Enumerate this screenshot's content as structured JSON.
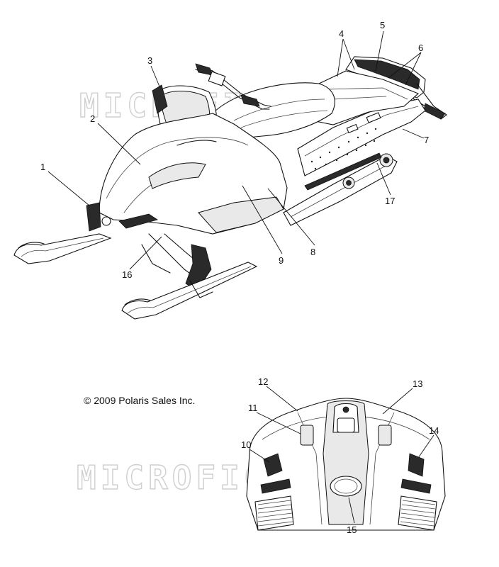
{
  "watermark": "MICROFICHE.NET",
  "copyright": "© 2009 Polaris Sales Inc.",
  "callouts": [
    "1",
    "2",
    "3",
    "4",
    "5",
    "6",
    "7",
    "8",
    "9",
    "10",
    "11",
    "12",
    "13",
    "14",
    "15",
    "16",
    "17"
  ]
}
